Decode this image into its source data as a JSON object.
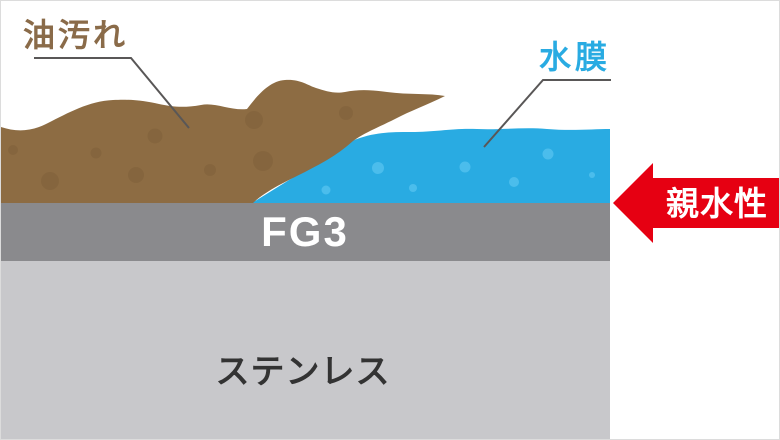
{
  "diagram": {
    "description_labels": {
      "oil": "油汚れ",
      "water_film": "水膜",
      "coating": "FG3",
      "substrate": "ステンレス",
      "arrow": "親水性"
    }
  },
  "layers": {
    "oil": {
      "label": "油汚れ"
    },
    "water": {
      "label": "水膜"
    },
    "coating": {
      "label": "FG3"
    },
    "substrate": {
      "label": "ステンレス"
    }
  },
  "arrow": {
    "label": "親水性"
  },
  "colors": {
    "background": "#ffffff",
    "border": "#dcdcdc",
    "oil_fill": "#8d6c43",
    "oil_spot": "#80613a",
    "oil_label_text": "#8a6b49",
    "water_fill": "#29abe2",
    "water_bubble": "#4bbdec",
    "water_label_text": "#29abe2",
    "coating_fill": "#8a8a8d",
    "coating_label_text": "#ffffff",
    "substrate_fill": "#c8c8cb",
    "substrate_label_text": "#333333",
    "arrow_fill": "#e60012",
    "arrow_label_text": "#ffffff",
    "leader_line": "#595757"
  }
}
